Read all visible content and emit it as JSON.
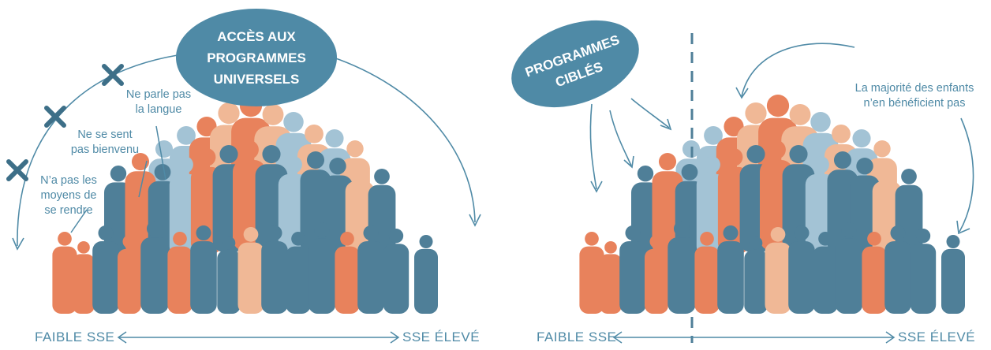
{
  "left_panel": {
    "oval_lines": [
      "ACCÈS AUX",
      "PROGRAMMES",
      "UNIVERSELS"
    ],
    "barriers": [
      {
        "lines": [
          "Ne parle pas",
          "la langue"
        ]
      },
      {
        "lines": [
          "Ne se sent",
          "pas bienvenu"
        ]
      },
      {
        "lines": [
          "N’a pas les",
          "moyens de",
          "se rendre"
        ]
      }
    ],
    "axis": {
      "low": "FAIBLE SSE",
      "high": "SSE ÉLEVÉ"
    }
  },
  "right_panel": {
    "oval_lines": [
      "PROGRAMMES",
      "CIBLÉS"
    ],
    "note_lines": [
      "La majorité des enfants",
      "n’en bénéficient pas"
    ],
    "axis": {
      "low": "FAIBLE SSE",
      "high": "SSE ÉLEVÉ"
    }
  },
  "colors": {
    "orange": "#e8825c",
    "light_orange": "#f0b896",
    "blue": "#4f7f98",
    "light_blue": "#a3c3d5",
    "oval": "#4f8aa6",
    "text": "#4f8aa6"
  }
}
